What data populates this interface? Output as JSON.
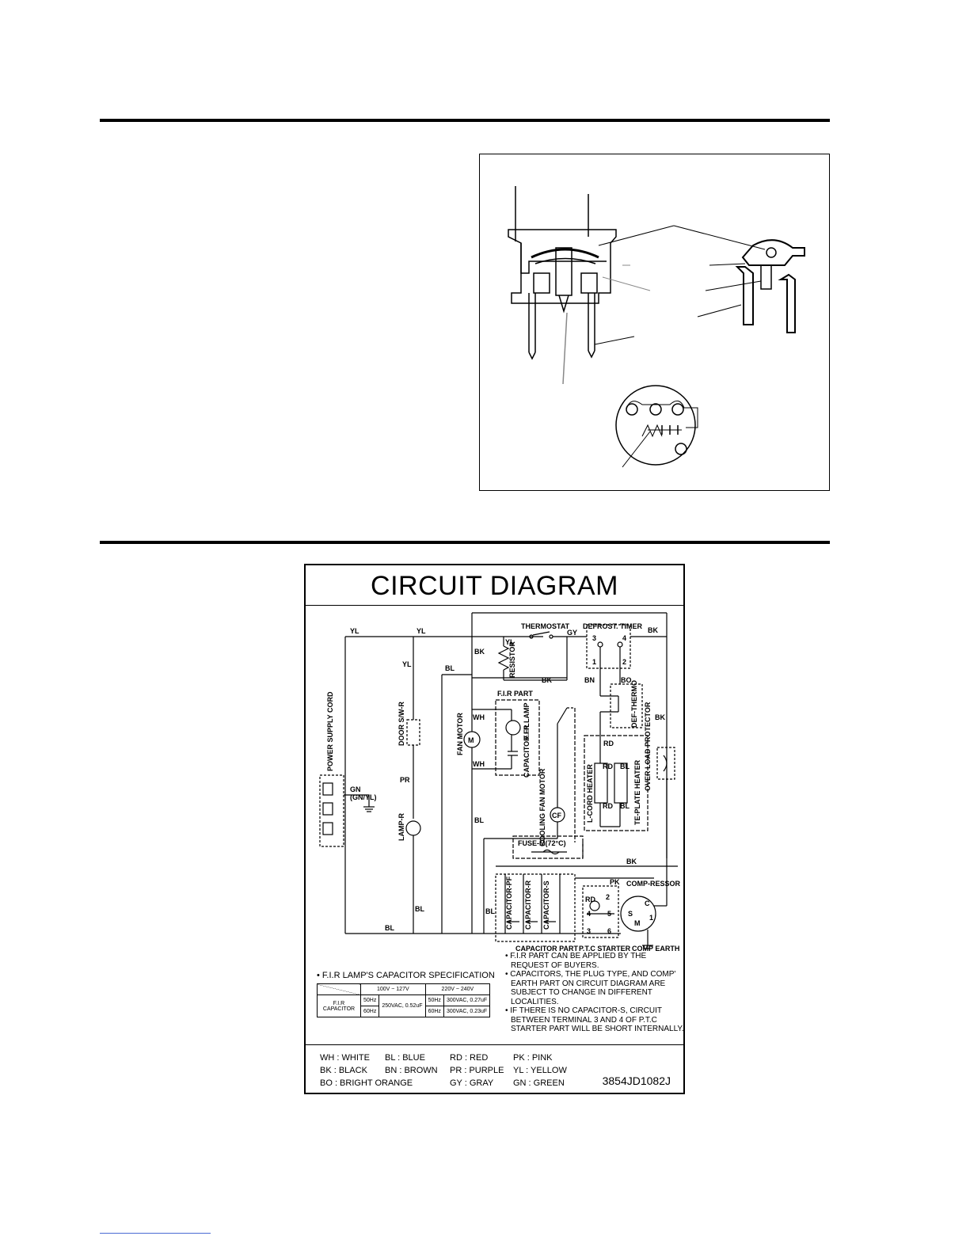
{
  "diagram": {
    "title": "CIRCUIT DIAGRAM",
    "wire_labels": {
      "yl1": "YL",
      "yl2": "YL",
      "yl3": "YL",
      "yl4": "YL",
      "bk1": "BK",
      "bk2": "BK",
      "bk3": "BK",
      "bk4": "BK",
      "bk5": "BK",
      "gy": "GY",
      "bl1": "BL",
      "bl2": "BL",
      "bl3": "BL",
      "bl4": "BL",
      "bl5": "BL",
      "wh1": "WH",
      "wh2": "WH",
      "bn": "BN",
      "bo": "BO",
      "pr": "PR",
      "rd1": "RD",
      "rd2": "RD",
      "rd3": "RD",
      "rd4": "RD",
      "blh1": "BL",
      "blh2": "BL",
      "pk": "PK"
    },
    "components": {
      "thermostat": "THERMOSTAT",
      "defrost_timer": "DEFROST. TIMER",
      "resistor": "RESISTOR",
      "fir_part": "F.I.R PART",
      "fir_lamp": "F.I.R LAMP",
      "capacitor_fl": "CAPACITOR F/L",
      "fan_motor": "FAN MOTOR",
      "door_sw": "DOOR S/W-R",
      "lamp_r": "LAMP-R",
      "power_cord": "POWER SUPPLY CORD",
      "gn": "GN",
      "gn_yl": "(GN/YL)",
      "cooling_fan": "COOLING FAN MOTOR",
      "def_thermo": "DEF-THERMO",
      "l_cord_heater": "L-CORD HEATER",
      "te_plate_heater": "TE-PLATE HEATER",
      "overload": "OVER LOAD PROTECTOR",
      "fuse": "FUSE-M(72°C)",
      "cap_pf": "CAPACITOR-PF",
      "cap_r": "CAPACITOR-R",
      "cap_s": "CAPACITOR-S",
      "compressor": "COMP-RESSOR",
      "capacitor_part": "CAPACITOR PART",
      "ptc_starter": "P.T.C STARTER",
      "comp_earth": "COMP EARTH",
      "m": "M",
      "s": "S",
      "c": "C",
      "fan_m": "M",
      "cf": "CF"
    },
    "terminals": {
      "t1": "1",
      "t2": "2",
      "t3": "3",
      "t4": "4",
      "p1": "1",
      "p2": "2",
      "p3": "3",
      "p4": "4",
      "p5": "5",
      "p6": "6"
    },
    "spec": {
      "title": "• F.I.R LAMP'S CAPACITOR SPECIFICATION",
      "col1": "100V  ~  127V",
      "col2": "220V  ~  240V",
      "row_label": "F.I.R CAPACITOR",
      "hz50": "50Hz",
      "hz60": "60Hz",
      "v100": "250VAC, 0.52uF",
      "v220_50": "300VAC, 0.27uF",
      "v220_60": "300VAC, 0.23uF"
    },
    "notes": [
      "• F.I.R PART CAN BE APPLIED BY THE REQUEST OF BUYERS.",
      "• CAPACITORS, THE PLUG TYPE, AND COMP' EARTH PART ON CIRCUIT DIAGRAM ARE SUBJECT TO CHANGE IN DIFFERENT LOCALITIES.",
      "• IF THERE IS NO CAPACITOR-S, CIRCUIT BETWEEN TERMINAL 3 AND 4 OF P.T.C STARTER PART WILL BE SHORT INTERNALLY."
    ],
    "legend": {
      "wh": "WH : WHITE",
      "bl": "BL  : BLUE",
      "rd": "RD : RED",
      "pk": "PK : PINK",
      "bk": "BK : BLACK",
      "bn": "BN : BROWN",
      "pr": "PR : PURPLE",
      "yl": "YL : YELLOW",
      "bo": "BO : BRIGHT ORANGE",
      "gy": "GY : GRAY",
      "gn": "GN : GREEN"
    },
    "part_number": "3854JD1082J"
  }
}
